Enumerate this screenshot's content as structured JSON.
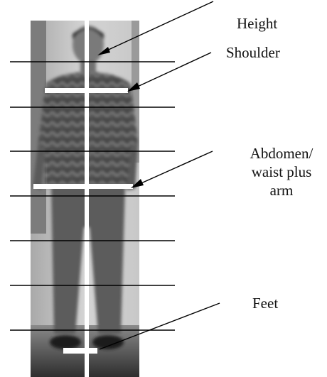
{
  "labels": {
    "height": "Height",
    "shoulder": "Shoulder",
    "waist_line_1": "Abdomen/",
    "waist_line_2": "waist plus",
    "waist_line_3": "arm",
    "feet": "Feet"
  },
  "photo": {
    "subject": "standing-person",
    "style": "grayscale"
  },
  "colors": {
    "guide_lines": "#000000",
    "measurement_bars": "#ffffff",
    "background": "#ffffff"
  }
}
